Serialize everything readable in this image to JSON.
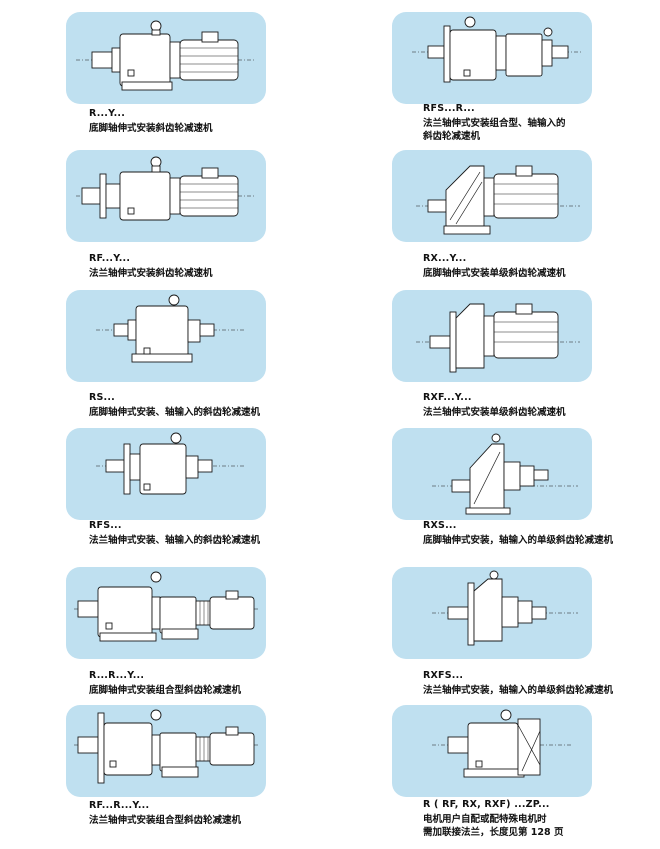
{
  "items": [
    {
      "code": "R...Y...",
      "desc": [
        "底脚轴伸式安装斜齿轮减速机"
      ]
    },
    {
      "code": "RF...Y...",
      "desc": [
        "法兰轴伸式安装斜齿轮减速机"
      ]
    },
    {
      "code": "RS...",
      "desc": [
        "底脚轴伸式安装、轴输入的斜齿轮减速机"
      ]
    },
    {
      "code": "RFS...",
      "desc": [
        "法兰轴伸式安装、轴输入的斜齿轮减速机"
      ]
    },
    {
      "code": "R...R...Y...",
      "desc": [
        "底脚轴伸式安装组合型斜齿轮减速机"
      ]
    },
    {
      "code": "RF...R...Y...",
      "desc": [
        "法兰轴伸式安装组合型斜齿轮减速机"
      ]
    },
    {
      "code": "RFS...R...",
      "desc": [
        "法兰轴伸式安装组合型、轴输入的",
        "斜齿轮减速机"
      ]
    },
    {
      "code": "RX...Y...",
      "desc": [
        "底脚轴伸式安装单级斜齿轮减速机"
      ]
    },
    {
      "code": "RXF...Y...",
      "desc": [
        "法兰轴伸式安装单级斜齿轮减速机"
      ]
    },
    {
      "code": "RXS...",
      "desc": [
        "底脚轴伸式安装，轴输入的单级斜齿轮减速机"
      ]
    },
    {
      "code": "RXFS...",
      "desc": [
        "法兰轴伸式安装，轴输入的单级斜齿轮减速机"
      ]
    },
    {
      "code": "R ( RF, RX, RXF) ...ZP...",
      "desc": [
        "电机用户自配或配特殊电机时",
        "需加联接法兰，长度见第 128 页"
      ]
    }
  ]
}
